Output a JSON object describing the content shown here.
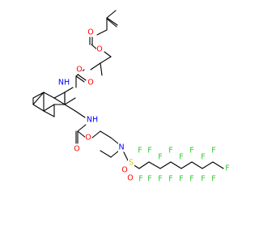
{
  "molecule": {
    "element_colors": {
      "O": "#ff0000",
      "N": "#0000ff",
      "S": "#cccc00",
      "F": "#33cc33",
      "C": "#000000"
    },
    "labels": {
      "ester_o_carbonyl": "O",
      "ester_o": "O",
      "carbamate1_o": "O",
      "carbamate1_o_carbonyl": "O",
      "carbamate1_nh": "NH",
      "carbamate2_nh": "NH",
      "carbamate2_o_carbonyl": "O",
      "carbamate2_o": "O",
      "sulfonamide_n": "N",
      "sulfonyl_s": "S",
      "sulfonyl_o_upper": "O",
      "sulfonyl_o_lower": "O",
      "f_01": "F",
      "f_02": "F",
      "f_03": "F",
      "f_04": "F",
      "f_05": "F",
      "f_06": "F",
      "f_07": "F",
      "f_08": "F",
      "f_09": "F",
      "f_10": "F",
      "f_11": "F",
      "f_12": "F",
      "f_13": "F",
      "f_14": "F",
      "f_15": "F",
      "f_16": "F",
      "f_17": "F"
    }
  }
}
